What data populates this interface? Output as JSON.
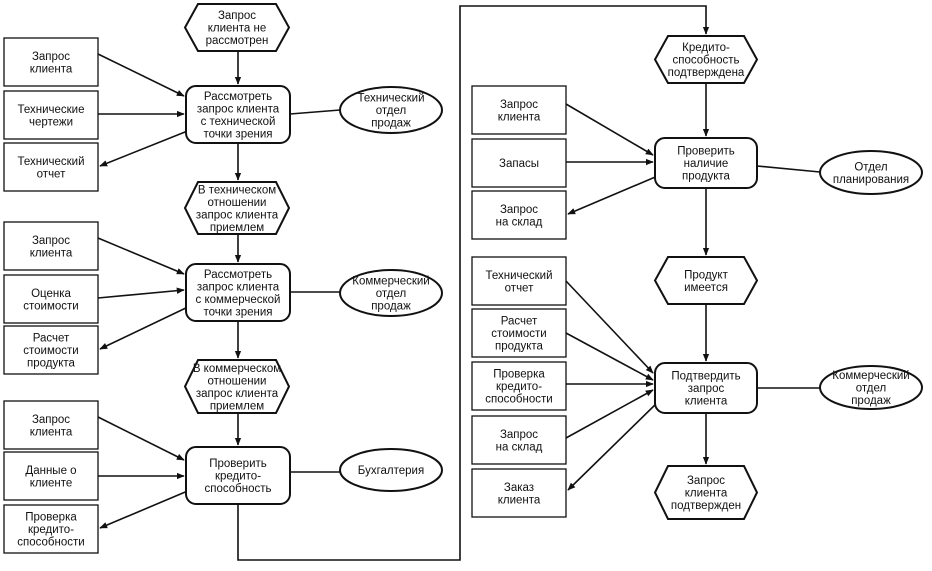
{
  "diagram": {
    "nodes": [
      {
        "id": "ev_not_reviewed",
        "kind": "event",
        "lines": [
          "Запрос",
          "клиента не",
          "рассмотрен"
        ]
      },
      {
        "id": "doc_req1",
        "kind": "doc",
        "lines": [
          "Запрос",
          "клиента"
        ]
      },
      {
        "id": "doc_drawings",
        "kind": "doc",
        "lines": [
          "Технические",
          "чертежи"
        ]
      },
      {
        "id": "doc_tech_report1",
        "kind": "doc",
        "lines": [
          "Технический",
          "отчет"
        ]
      },
      {
        "id": "fn_review_tech",
        "kind": "function",
        "lines": [
          "Рассмотреть",
          "запрос клиента",
          "с технической",
          "точки зрения"
        ]
      },
      {
        "id": "org_tech",
        "kind": "org",
        "lines": [
          "Технический",
          "отдел",
          "продаж"
        ]
      },
      {
        "id": "ev_tech_ok",
        "kind": "event",
        "lines": [
          "В техническом",
          "отношении",
          "запрос клиента",
          "приемлем"
        ]
      },
      {
        "id": "doc_req2",
        "kind": "doc",
        "lines": [
          "Запрос",
          "клиента"
        ]
      },
      {
        "id": "doc_cost_est",
        "kind": "doc",
        "lines": [
          "Оценка",
          "стоимости"
        ]
      },
      {
        "id": "doc_cost_calc",
        "kind": "doc",
        "lines": [
          "Расчет",
          "стоимости",
          "продукта"
        ]
      },
      {
        "id": "fn_review_comm",
        "kind": "function",
        "lines": [
          "Рассмотреть",
          "запрос клиента",
          "с коммерческой",
          "точки зрения"
        ]
      },
      {
        "id": "org_comm1",
        "kind": "org",
        "lines": [
          "Коммерческий",
          "отдел",
          "продаж"
        ]
      },
      {
        "id": "ev_comm_ok",
        "kind": "event",
        "lines": [
          "В коммерческом",
          "отношении",
          "запрос клиента",
          "приемлем"
        ]
      },
      {
        "id": "doc_req3",
        "kind": "doc",
        "lines": [
          "Запрос",
          "клиента"
        ]
      },
      {
        "id": "doc_client_data",
        "kind": "doc",
        "lines": [
          "Данные о",
          "клиенте"
        ]
      },
      {
        "id": "doc_credit_check1",
        "kind": "doc",
        "lines": [
          "Проверка",
          "кредито-",
          "способности"
        ]
      },
      {
        "id": "fn_check_credit",
        "kind": "function",
        "lines": [
          "Проверить",
          "кредито-",
          "способность"
        ]
      },
      {
        "id": "org_acc",
        "kind": "org",
        "lines": [
          "Бухгалтерия"
        ]
      },
      {
        "id": "ev_credit_ok",
        "kind": "event",
        "lines": [
          "Кредито-",
          "способность",
          "подтверждена"
        ]
      },
      {
        "id": "doc_req4",
        "kind": "doc",
        "lines": [
          "Запрос",
          "клиента"
        ]
      },
      {
        "id": "doc_stock",
        "kind": "doc",
        "lines": [
          "Запасы"
        ]
      },
      {
        "id": "doc_wh_req1",
        "kind": "doc",
        "lines": [
          "Запрос",
          "на склад"
        ]
      },
      {
        "id": "fn_check_avail",
        "kind": "function",
        "lines": [
          "Проверить",
          "наличие",
          "продукта"
        ]
      },
      {
        "id": "org_plan",
        "kind": "org",
        "lines": [
          "Отдел",
          "планирования"
        ]
      },
      {
        "id": "ev_product_avail",
        "kind": "event",
        "lines": [
          "Продукт",
          "имеется"
        ]
      },
      {
        "id": "doc_tech_report2",
        "kind": "doc",
        "lines": [
          "Технический",
          "отчет"
        ]
      },
      {
        "id": "doc_prod_cost",
        "kind": "doc",
        "lines": [
          "Расчет",
          "стоимости",
          "продукта"
        ]
      },
      {
        "id": "doc_credit_check2",
        "kind": "doc",
        "lines": [
          "Проверка",
          "кредито-",
          "способности"
        ]
      },
      {
        "id": "doc_wh_req2",
        "kind": "doc",
        "lines": [
          "Запрос",
          "на склад"
        ]
      },
      {
        "id": "doc_order",
        "kind": "doc",
        "lines": [
          "Заказ",
          "клиента"
        ]
      },
      {
        "id": "fn_confirm",
        "kind": "function",
        "lines": [
          "Подтвердить",
          "запрос",
          "клиента"
        ]
      },
      {
        "id": "org_comm2",
        "kind": "org",
        "lines": [
          "Коммерческий",
          "отдел",
          "продаж"
        ]
      },
      {
        "id": "ev_confirmed",
        "kind": "event",
        "lines": [
          "Запрос",
          "клиента",
          "подтвержден"
        ]
      }
    ]
  }
}
